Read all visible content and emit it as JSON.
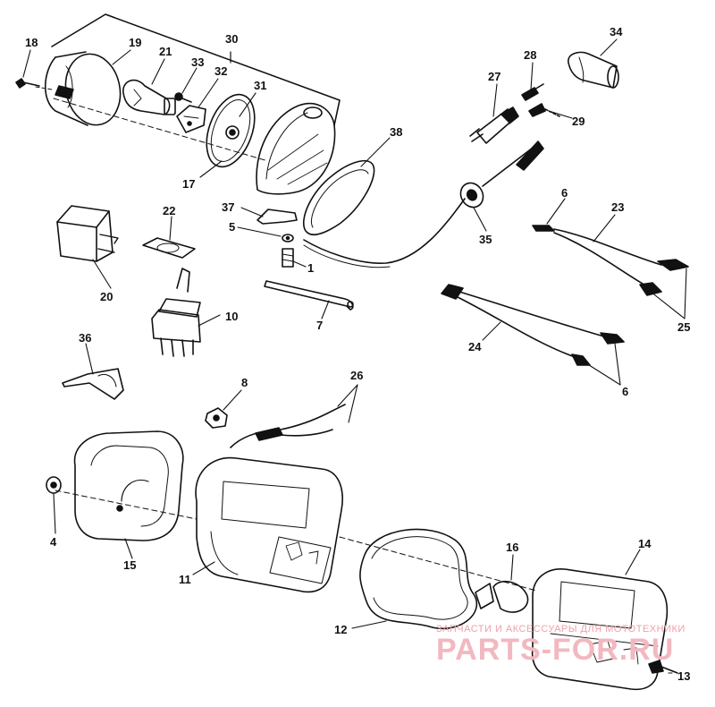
{
  "labels": {
    "p1": "1",
    "p4": "4",
    "p5": "5",
    "p6a": "6",
    "p6b": "6",
    "p7": "7",
    "p8": "8",
    "p10": "10",
    "p11": "11",
    "p12": "12",
    "p13": "13",
    "p14": "14",
    "p15": "15",
    "p16": "16",
    "p17": "17",
    "p18": "18",
    "p19": "19",
    "p20": "20",
    "p21": "21",
    "p22": "22",
    "p23": "23",
    "p24": "24",
    "p25": "25",
    "p26": "26",
    "p27": "27",
    "p28": "28",
    "p29": "29",
    "p30": "30",
    "p31": "31",
    "p32": "32",
    "p33": "33",
    "p34": "34",
    "p35": "35",
    "p36": "36",
    "p37": "37",
    "p38": "38"
  },
  "watermark": {
    "tagline": "ЗАПЧАСТИ И АКСЕССУАРЫ ДЛЯ МОТОТЕХНИКИ",
    "logo": "PARTS-FOR.RU"
  },
  "colors": {
    "line": "#111111",
    "watermark": "#f2b8c0"
  }
}
